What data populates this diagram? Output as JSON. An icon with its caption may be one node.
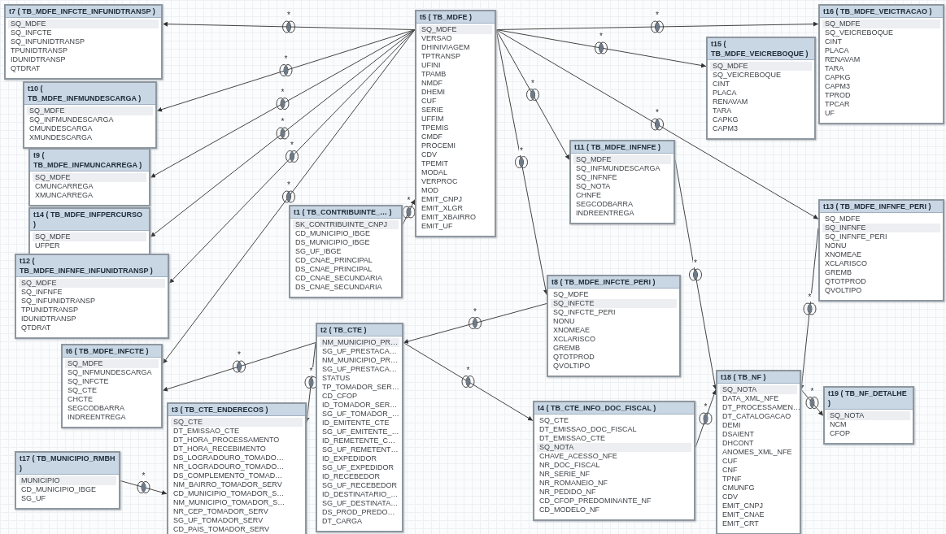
{
  "diagram": {
    "nodes": [
      {
        "text": [
          "t7 ( TB_MDFE_INFCTE_INFUNIDTRANSP )",
          "SQ_MDFE",
          "SQ_INFCTE",
          "SQ_INFUNIDTRANSP",
          "TPUNIDTRANSP",
          "IDUNIDTRANSP",
          "QTDRAT"
        ]
      },
      {
        "text": [
          "t10 ( TB_MDFE_INFMUNDESCARGA )",
          "SQ_MDFE",
          "SQ_INFMUNDESCARGA",
          "CMUNDESCARGA",
          "XMUNDESCARGA"
        ]
      },
      {
        "text": [
          "t9 ( TB_MDFE_INFMUNCARREGA )",
          "SQ_MDFE",
          "CMUNCARREGA",
          "XMUNCARREGA"
        ]
      },
      {
        "text": [
          "t14 ( TB_MDFE_INFPERCURSO )",
          "SQ_MDFE",
          "UFPER"
        ]
      },
      {
        "text": [
          "t12 ( TB_MDFE_INFNFE_INFUNIDTRANSP )",
          "SQ_MDFE",
          "SQ_INFNFE",
          "SQ_INFUNIDTRANSP",
          "TPUNIDTRANSP",
          "IDUNIDTRANSP",
          "QTDRAT"
        ]
      },
      {
        "text": [
          "t6 ( TB_MDFE_INFCTE )",
          "SQ_MDFE",
          "SQ_INFMUNDESCARGA",
          "SQ_INFCTE",
          "SQ_CTE",
          "CHCTE",
          "SEGCODBARRA",
          "INDREENTREGA"
        ]
      },
      {
        "text": [
          "t17 ( TB_MUNICIPIO_RMBH )",
          "MUNICIPIO",
          "CD_MUNICIPIO_IBGE",
          "SG_UF"
        ]
      },
      {
        "text": [
          "t1 ( TB_CONTRIBUINTE_… )",
          "SK_CONTRIBUINTE_CNPJ",
          "CD_MUNICIPIO_IBGE",
          "DS_MUNICIPIO_IBGE",
          "SG_UF_IBGE",
          "CD_CNAE_PRINCIPAL",
          "DS_CNAE_PRINCIPAL",
          "CD_CNAE_SECUNDARIA",
          "DS_CNAE_SECUNDARIA"
        ]
      },
      {
        "text": [
          "t5 ( TB_MDFE )",
          "SQ_MDFE",
          "VERSAO",
          "DHINIVIAGEM",
          "TPTRANSP",
          "UFINI",
          "TPAMB",
          "NMDF",
          "DHEMI",
          "CUF",
          "SERIE",
          "UFFIM",
          "TPEMIS",
          "CMDF",
          "PROCEMI",
          "CDV",
          "TPEMIT",
          "MODAL",
          "VERPROC",
          "MOD",
          "EMIT_CNPJ",
          "EMIT_XLGR",
          "EMIT_XBAIRRO",
          "EMIT_UF"
        ]
      },
      {
        "text": [
          "t2 ( TB_CTE )",
          "NM_MUNICIPIO_PR…",
          "SG_UF_PRESTACA…",
          "NM_MUNICIPIO_PR…",
          "SG_UF_PRESTACA…",
          "STATUS",
          "TP_TOMADOR_SER…",
          "CD_CFOP",
          "ID_TOMADOR_SER…",
          "SG_UF_TOMADOR_…",
          "ID_EMITENTE_CTE",
          "SG_UF_EMITENTE_…",
          "ID_REMETENTE_C…",
          "SG_UF_REMETENT…",
          "ID_EXPEDIDOR",
          "SG_UF_EXPEDIDOR",
          "ID_RECEBEDOR",
          "SG_UF_RECEBEDOR",
          "ID_DESTINATARIO_…",
          "SG_UF_DESTINATA…",
          "DS_PROD_PREDO…",
          "DT_CARGA"
        ]
      },
      {
        "text": [
          "t3 ( TB_CTE_ENDERECOS )",
          "SQ_CTE",
          "DT_EMISSAO_CTE",
          "DT_HORA_PROCESSAMENTO",
          "DT_HORA_RECEBIMENTO",
          "DS_LOGRADOURO_TOMADO…",
          "NR_LOGRADOURO_TOMADO…",
          "DS_COMPLEMENTO_TOMAD…",
          "NM_BAIRRO_TOMADOR_SERV",
          "CD_MUNICIPIO_TOMADOR_S…",
          "NM_MUNICIPIO_TOMADOR_S…",
          "NR_CEP_TOMADOR_SERV",
          "SG_UF_TOMADOR_SERV",
          "CD_PAIS_TOMADOR_SERV"
        ]
      },
      {
        "text": [
          "t8 ( TB_MDFE_INFCTE_PERI )",
          "SQ_MDFE",
          "SQ_INFCTE",
          "SQ_INFCTE_PERI",
          "NONU",
          "XNOMEAE",
          "XCLARISCO",
          "GREMB",
          "QTOTPROD",
          "QVOLTIPO"
        ]
      },
      {
        "text": [
          "t4 ( TB_CTE_INFO_DOC_FISCAL )",
          "SQ_CTE",
          "DT_EMISSAO_DOC_FISCAL",
          "DT_EMISSAO_CTE",
          "SQ_NOTA",
          "CHAVE_ACESSO_NFE",
          "NR_DOC_FISCAL",
          "NR_SERIE_NF",
          "NR_ROMANEIO_NF",
          "NR_PEDIDO_NF",
          "CD_CFOP_PREDOMINANTE_NF",
          "CD_MODELO_NF"
        ]
      },
      {
        "text": [
          "t11 ( TB_MDFE_INFNFE )",
          "SQ_MDFE",
          "SQ_INFMUNDESCARGA",
          "SQ_INFNFE",
          "SQ_NOTA",
          "CHNFE",
          "SEGCODBARRA",
          "INDREENTREGA"
        ]
      },
      {
        "text": [
          "t15 ( TB_MDFE_VEICREBOQUE )",
          "SQ_MDFE",
          "SQ_VEICREBOQUE",
          "CINT",
          "PLACA",
          "RENAVAM",
          "TARA",
          "CAPKG",
          "CAPM3"
        ]
      },
      {
        "text": [
          "t16 ( TB_MDFE_VEICTRACAO )",
          "SQ_MDFE",
          "SQ_VEICREBOQUE",
          "CINT",
          "PLACA",
          "RENAVAM",
          "TARA",
          "CAPKG",
          "CAPM3",
          "TPROD",
          "TPCAR",
          "UF"
        ]
      },
      {
        "text": [
          "t13 ( TB_MDFE_INFNFE_PERI )",
          "SQ_MDFE",
          "SQ_INFNFE",
          "SQ_INFNFE_PERI",
          "NONU",
          "XNOMEAE",
          "XCLARISCO",
          "GREMB",
          "QTOTPROD",
          "QVOLTIPO"
        ]
      },
      {
        "text": [
          "t18 ( TB_NF )",
          "SQ_NOTA",
          "DATA_XML_NFE",
          "DT_PROCESSAMEN…",
          "DT_CATALOGACAO",
          "DEMI",
          "DSAIENT",
          "DHCONT",
          "ANOMES_XML_NFE",
          "CUF",
          "CNF",
          "TPNF",
          "CMUNFG",
          "CDV",
          "EMIT_CNPJ",
          "EMIT_CNAE",
          "EMIT_CRT"
        ]
      },
      {
        "text": [
          "t19 ( TB_NF_DETALHE )",
          "SQ_NOTA",
          "NCM",
          "CFOP"
        ]
      }
    ],
    "edges": [
      {
        "from": 8,
        "to": 0,
        "arrow": "to",
        "label": "*"
      },
      {
        "from": 8,
        "to": 1,
        "arrow": "to",
        "label": "*"
      },
      {
        "from": 8,
        "to": 2,
        "arrow": "to",
        "label": "*"
      },
      {
        "from": 8,
        "to": 3,
        "arrow": "to",
        "label": "*"
      },
      {
        "from": 8,
        "to": 4,
        "arrow": "to",
        "label": "*"
      },
      {
        "from": 8,
        "to": 5,
        "arrow": "to",
        "label": "*"
      },
      {
        "from": 8,
        "to": 15,
        "arrow": "to",
        "label": "*"
      },
      {
        "from": 8,
        "to": 14,
        "arrow": "to",
        "label": "*"
      },
      {
        "from": 8,
        "to": 13,
        "arrow": "to",
        "label": "*"
      },
      {
        "from": 8,
        "to": 11,
        "arrow": "to",
        "label": "*"
      },
      {
        "from": 8,
        "to": 16,
        "arrow": "to",
        "label": "*"
      },
      {
        "from": 7,
        "to": 8,
        "arrow": "to",
        "label": "*"
      },
      {
        "from": 11,
        "to": 9,
        "arrow": "to",
        "label": "*"
      },
      {
        "from": 9,
        "to": 5,
        "arrow": "to",
        "label": "*"
      },
      {
        "from": 9,
        "to": 10,
        "arrow": "to",
        "label": "*"
      },
      {
        "from": 6,
        "to": 10,
        "arrow": "to",
        "label": "*"
      },
      {
        "from": 9,
        "to": 12,
        "arrow": "to",
        "label": "*"
      },
      {
        "from": 13,
        "to": 17,
        "arrow": "to",
        "label": "*"
      },
      {
        "from": 12,
        "to": 17,
        "arrow": "to",
        "label": "*"
      },
      {
        "from": 16,
        "to": 17,
        "arrow": "to",
        "label": "*"
      },
      {
        "from": 17,
        "to": 18,
        "arrow": "to",
        "label": "*"
      }
    ]
  }
}
